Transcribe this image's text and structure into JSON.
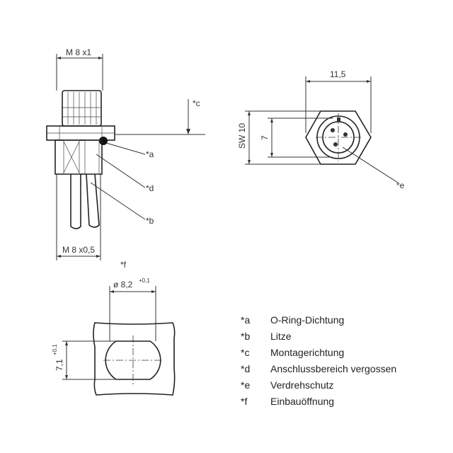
{
  "side_view": {
    "dim_top": "M 8 x1",
    "dim_bottom": "M 8 x0,5",
    "callout_a": "*a",
    "callout_d": "*d",
    "callout_b": "*b",
    "callout_c": "*c"
  },
  "front_view": {
    "dim_width": "11,5",
    "dim_sw": "SW 10",
    "dim_7": "7",
    "callout_e": "*e"
  },
  "cutout_view": {
    "callout_f": "*f",
    "dim_diameter": "ø 8,2",
    "dim_diameter_tol": "+0,1",
    "dim_height": "7,1",
    "dim_height_tol": "+0,1"
  },
  "legend": [
    {
      "key": "*a",
      "text": "O-Ring-Dichtung"
    },
    {
      "key": "*b",
      "text": "Litze"
    },
    {
      "key": "*c",
      "text": "Montagerichtung"
    },
    {
      "key": "*d",
      "text": "Anschlussbereich vergossen"
    },
    {
      "key": "*e",
      "text": "Verdrehschutz"
    },
    {
      "key": "*f",
      "text": "Einbauöffnung"
    }
  ]
}
